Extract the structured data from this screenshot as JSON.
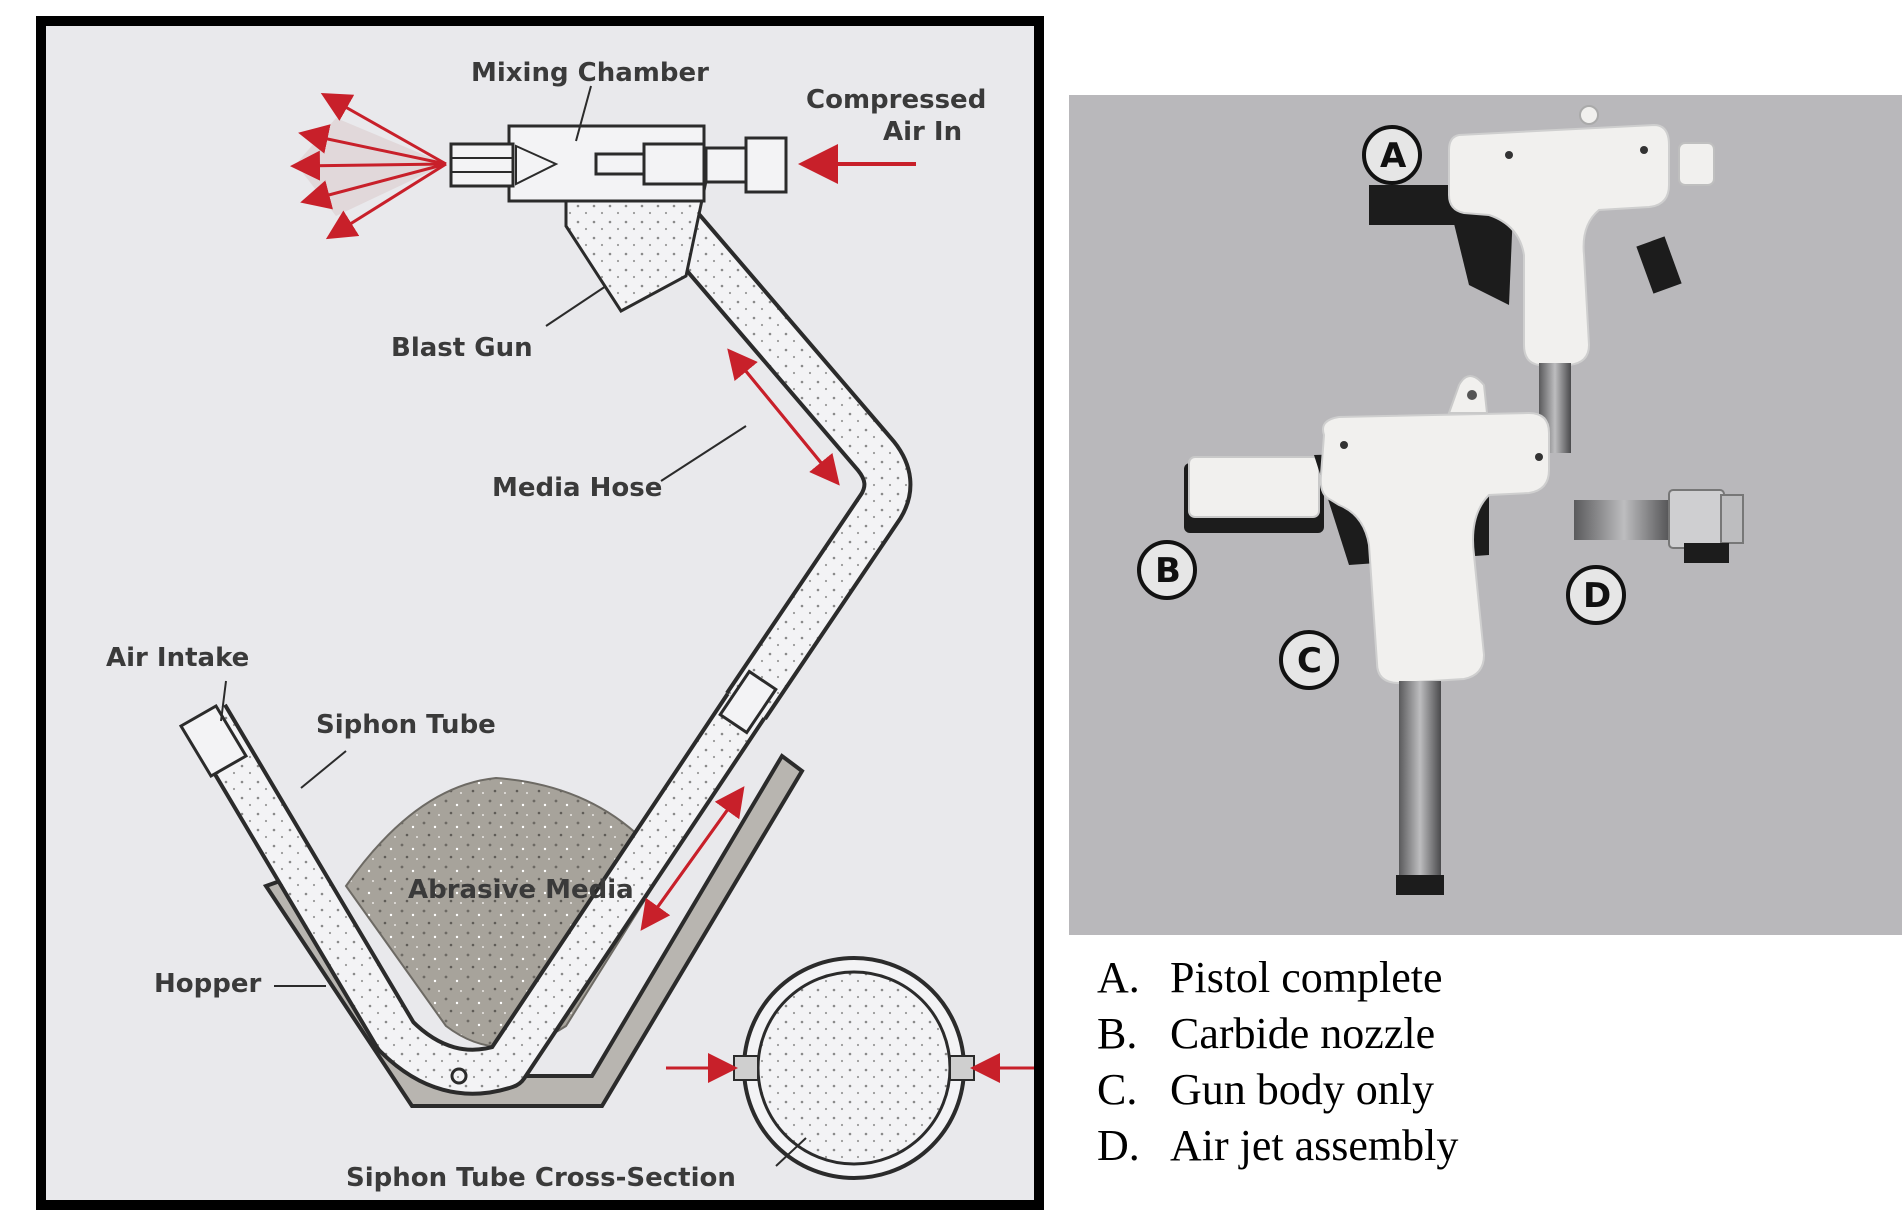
{
  "diagram": {
    "labels": {
      "mixing_chamber": "Mixing Chamber",
      "compressed_air_line1": "Compressed",
      "compressed_air_line2": "Air In",
      "blast_gun": "Blast Gun",
      "media_hose": "Media Hose",
      "air_intake": "Air Intake",
      "siphon_tube": "Siphon Tube",
      "abrasive_media": "Abrasive Media",
      "hopper": "Hopper",
      "cross_section": "Siphon Tube Cross-Section"
    }
  },
  "photo": {
    "callouts": {
      "a": "A",
      "b": "B",
      "c": "C",
      "d": "D"
    }
  },
  "legend": [
    {
      "letter": "A.",
      "text": "Pistol complete"
    },
    {
      "letter": "B.",
      "text": "Carbide nozzle"
    },
    {
      "letter": "C.",
      "text": "Gun body only"
    },
    {
      "letter": "D.",
      "text": "Air jet assembly"
    }
  ],
  "colors": {
    "arrow_red": "#c8202a",
    "line": "#2b2b2b",
    "media": "#a8a49c",
    "photo_bg": "#b9b8bb",
    "gun_white": "#f1f0ee"
  }
}
